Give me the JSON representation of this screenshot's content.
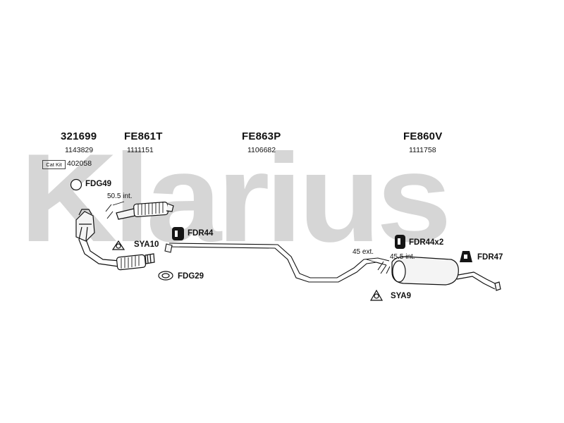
{
  "watermark": "Klarius",
  "columns": [
    {
      "code": "321699",
      "number": "1143829"
    },
    {
      "code": "FE861T",
      "number": "1111151"
    },
    {
      "code": "FE863P",
      "number": "1106682"
    },
    {
      "code": "FE860V",
      "number": "1111758"
    }
  ],
  "cat_kit": {
    "label": "Cat Kit",
    "number": "402058"
  },
  "fittings": {
    "fdg49": "FDG49",
    "fdr44": "FDR44",
    "sya10": "SYA10",
    "fdg29": "FDG29",
    "fdr44x2": "FDR44x2",
    "fdr47": "FDR47",
    "sya9": "SYA9"
  },
  "dimensions": {
    "d1": "50.5 int.",
    "d2": "45 ext.",
    "d3": "45.5 int."
  },
  "colors": {
    "ink": "#111111",
    "watermark": "#d6d6d6",
    "part_fill": "#f4f4f4",
    "black_part": "#151515"
  }
}
